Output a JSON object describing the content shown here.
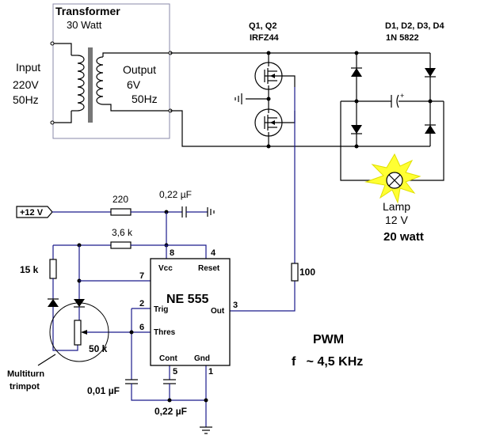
{
  "transformer": {
    "title": "Transformer",
    "power": "30 Watt",
    "input_label": "Input",
    "input_voltage": "220V",
    "input_freq": "50Hz",
    "output_label": "Output",
    "output_voltage": "6V",
    "output_freq": "50Hz"
  },
  "mosfets": {
    "refs": "Q1, Q2",
    "part": "IRFZ44"
  },
  "diodes": {
    "refs": "D1, D2, D3, D4",
    "part": "1N 5822"
  },
  "lamp": {
    "label": "Lamp",
    "voltage": "12 V",
    "power": "20 watt"
  },
  "supply": {
    "label": "+12 V"
  },
  "components": {
    "r_supply": "220",
    "c_supply": "0,22 µF",
    "r_top": "3,6 k",
    "r_left": "15 k",
    "r_gate": "100",
    "pot": "50 k",
    "c_trig": "0,01 µF",
    "c_cont": "0,22 µF",
    "multiturn_line1": "Multiturn",
    "multiturn_line2": "trimpot"
  },
  "ic": {
    "name": "NE 555",
    "vcc": "Vcc",
    "reset": "Reset",
    "trig": "Trig",
    "thres": "Thres",
    "out": "Out",
    "cont": "Cont",
    "gnd": "Gnd",
    "pin8": "8",
    "pin4": "4",
    "pin7": "7",
    "pin2": "2",
    "pin6": "6",
    "pin3": "3",
    "pin5": "5",
    "pin1": "1"
  },
  "pwm": {
    "label": "PWM",
    "freq": "f   ~ 4,5 KHz"
  }
}
